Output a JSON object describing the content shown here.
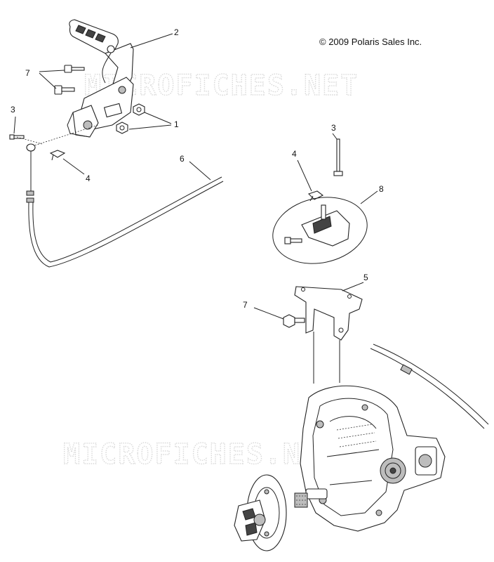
{
  "diagram": {
    "copyright": "© 2009 Polaris Sales Inc.",
    "watermark_top": "MICROFICHES.NET",
    "watermark_bottom": "MICROFICHES.NET",
    "callouts": {
      "c1": "1",
      "c2": "2",
      "c3a": "3",
      "c3b": "3",
      "c4a": "4",
      "c4b": "4",
      "c5": "5",
      "c6": "6",
      "c7a": "7",
      "c7b": "7",
      "c8": "8"
    }
  }
}
